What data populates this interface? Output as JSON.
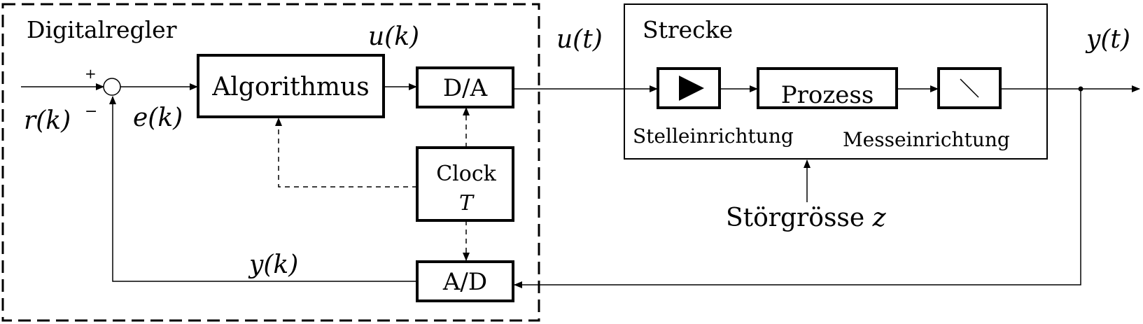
{
  "controller": {
    "title": "Digitalregler",
    "algorithm_label": "Algorithmus",
    "da_label": "D/A",
    "ad_label": "A/D",
    "clock_label": "Clock",
    "clock_period": "T",
    "plus_sign": "+",
    "minus_sign": "−"
  },
  "signals": {
    "reference": "r(k)",
    "error": "e(k)",
    "control_discrete": "u(k)",
    "control_continuous": "u(t)",
    "output_continuous": "y(t)",
    "output_discrete": "y(k)"
  },
  "plant": {
    "title": "Strecke",
    "actuator_label": "Stelleinrichtung",
    "process_label": "Prozess",
    "sensor_label": "Messeinrichtung"
  },
  "disturbance": {
    "label": "Störgrösse",
    "symbol": "z"
  }
}
